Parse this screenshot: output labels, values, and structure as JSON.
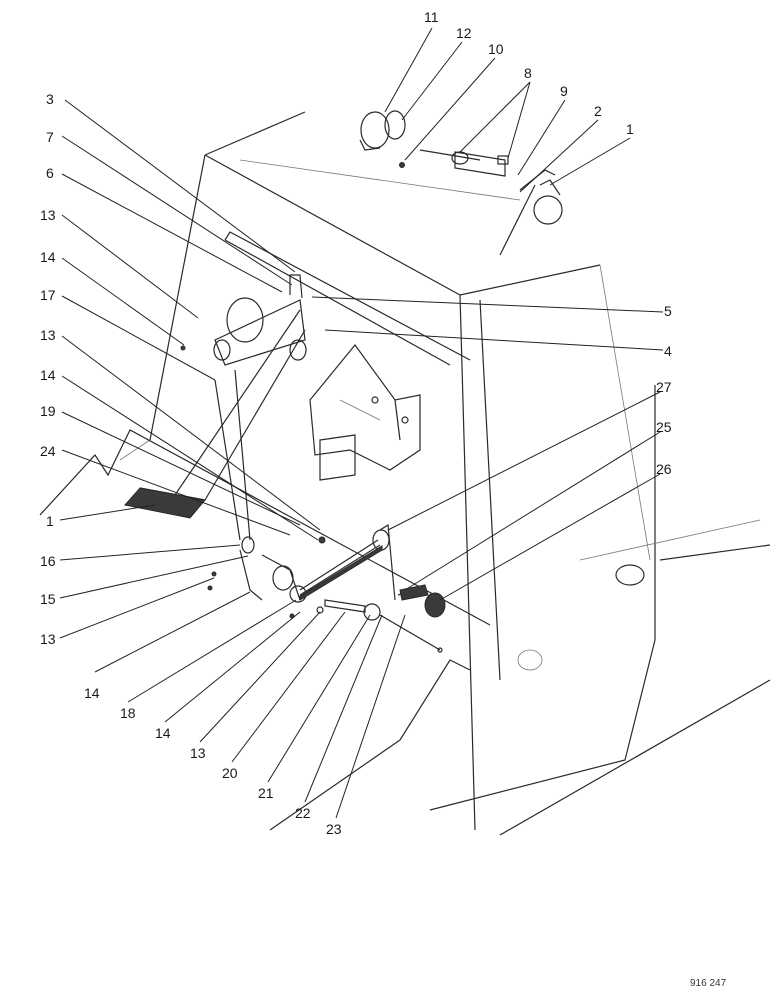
{
  "figure_code": "916 247",
  "callouts": [
    {
      "id": "c11a",
      "text": "11"
    },
    {
      "id": "c12",
      "text": "12"
    },
    {
      "id": "c10",
      "text": "10"
    },
    {
      "id": "c8",
      "text": "8"
    },
    {
      "id": "c9",
      "text": "9"
    },
    {
      "id": "c2",
      "text": "2"
    },
    {
      "id": "c1a",
      "text": "1"
    },
    {
      "id": "c3",
      "text": "3"
    },
    {
      "id": "c7",
      "text": "7"
    },
    {
      "id": "c6",
      "text": "6"
    },
    {
      "id": "c13a",
      "text": "13"
    },
    {
      "id": "c14a",
      "text": "14"
    },
    {
      "id": "c17",
      "text": "17"
    },
    {
      "id": "c13b",
      "text": "13"
    },
    {
      "id": "c14b",
      "text": "14"
    },
    {
      "id": "c19",
      "text": "19"
    },
    {
      "id": "c24",
      "text": "24"
    },
    {
      "id": "c5",
      "text": "5"
    },
    {
      "id": "c4",
      "text": "4"
    },
    {
      "id": "c27",
      "text": "27"
    },
    {
      "id": "c25",
      "text": "25"
    },
    {
      "id": "c26",
      "text": "26"
    },
    {
      "id": "c1b",
      "text": "1"
    },
    {
      "id": "c16",
      "text": "16"
    },
    {
      "id": "c15",
      "text": "15"
    },
    {
      "id": "c13c",
      "text": "13"
    },
    {
      "id": "c14c",
      "text": "14"
    },
    {
      "id": "c18",
      "text": "18"
    },
    {
      "id": "c14d",
      "text": "14"
    },
    {
      "id": "c13d",
      "text": "13"
    },
    {
      "id": "c20",
      "text": "20"
    },
    {
      "id": "c21",
      "text": "21"
    },
    {
      "id": "c22",
      "text": "22"
    },
    {
      "id": "c23",
      "text": "23"
    }
  ]
}
